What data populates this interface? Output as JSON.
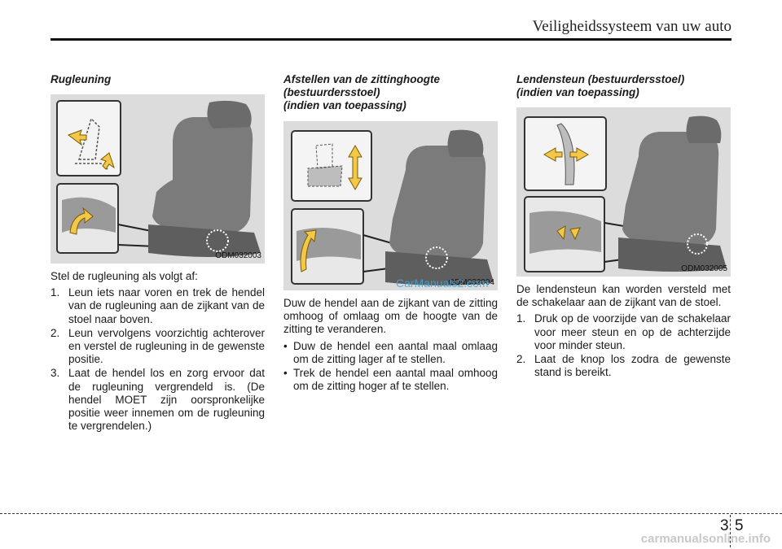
{
  "header": {
    "title": "Veiligheidssysteem van uw auto"
  },
  "col1": {
    "title": "Rugleuning",
    "figure_code": "ODM032003",
    "intro": "Stel de rugleuning als volgt af:",
    "steps": [
      {
        "num": "1.",
        "text": "Leun iets naar voren en trek de hendel van de rugleuning aan de zijkant van de stoel naar boven."
      },
      {
        "num": "2.",
        "text": "Leun vervolgens voorzichtig achterover en verstel de rugleuning in de gewenste positie."
      },
      {
        "num": "3.",
        "text": "Laat de hendel los en zorg ervoor dat de rugleuning vergrendeld is. (De hendel MOET zijn oorspronkelijke positie weer innemen om de rugleuning te vergrendelen.)"
      }
    ]
  },
  "col2": {
    "title_lines": [
      "Afstellen van de zittinghoogte",
      "(bestuurdersstoel)",
      "(indien van toepassing)"
    ],
    "figure_code": "ODM032004",
    "intro": "Duw de hendel aan de zijkant van de zitting omhoog of omlaag om de hoogte van de zitting te veranderen.",
    "bullets": [
      "Duw de hendel een aantal maal omlaag om de zitting lager af te stellen.",
      "Trek de hendel een aantal maal omhoog om de zitting hoger af te stellen."
    ]
  },
  "col3": {
    "title_lines": [
      "Lendensteun (bestuurdersstoel)",
      "(indien van toepassing)"
    ],
    "figure_code": "ODM032005",
    "intro": "De lendensteun kan worden versteld met de schakelaar aan de zijkant van de stoel.",
    "steps": [
      {
        "num": "1.",
        "text": "Druk op de voorzijde van de schakelaar voor meer steun en op de achterzijde voor minder steun."
      },
      {
        "num": "2.",
        "text": "Laat de knop los zodra de gewenste stand is bereikt."
      }
    ]
  },
  "watermark_mid": "CarManuals2.com",
  "page": {
    "chapter": "3",
    "number": "5"
  },
  "watermark_footer": "carmanualsonline.info"
}
